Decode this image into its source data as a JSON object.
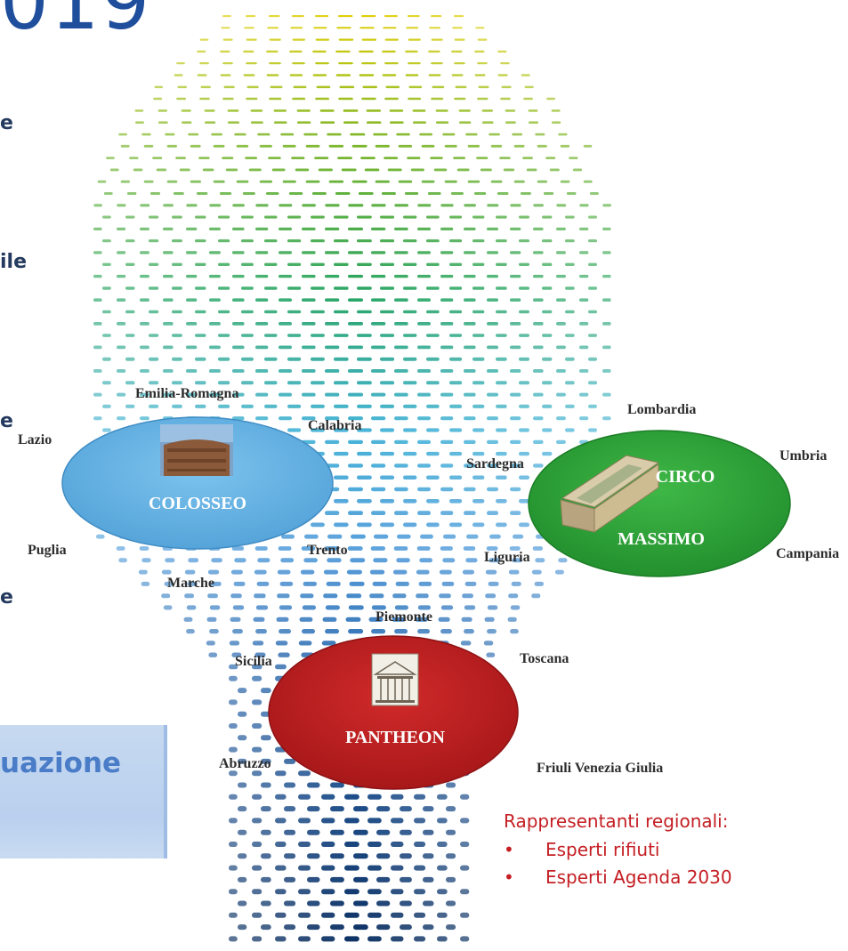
{
  "title_fragment": "019",
  "edge_letters": [
    "e",
    "ile",
    "e",
    "e"
  ],
  "box_text": "uazione",
  "regions": [
    "Emilia-Romagna",
    "Lazio",
    "Calabria",
    "Puglia",
    "Trento",
    "Marche",
    "Sardegna",
    "Liguria",
    "Lombardia",
    "Umbria",
    "Campania",
    "Piemonte",
    "Sicilia",
    "Toscana",
    "Abruzzo",
    "Friuli Venezia Giulia"
  ],
  "groups": {
    "colosseo": "COLOSSEO",
    "circo": [
      "CIRCO",
      "MASSIMO"
    ],
    "pantheon": "PANTHEON"
  },
  "colors": {
    "colosseo": "#5aace0",
    "circo": "#2e9a35",
    "pantheon": "#b01b1d",
    "title": "#1f4e9c",
    "legend": "#c41e23"
  },
  "legend": {
    "title": "Rappresentanti regionali:",
    "items": [
      "Esperti rifiuti",
      "Esperti Agenda 2030"
    ]
  }
}
